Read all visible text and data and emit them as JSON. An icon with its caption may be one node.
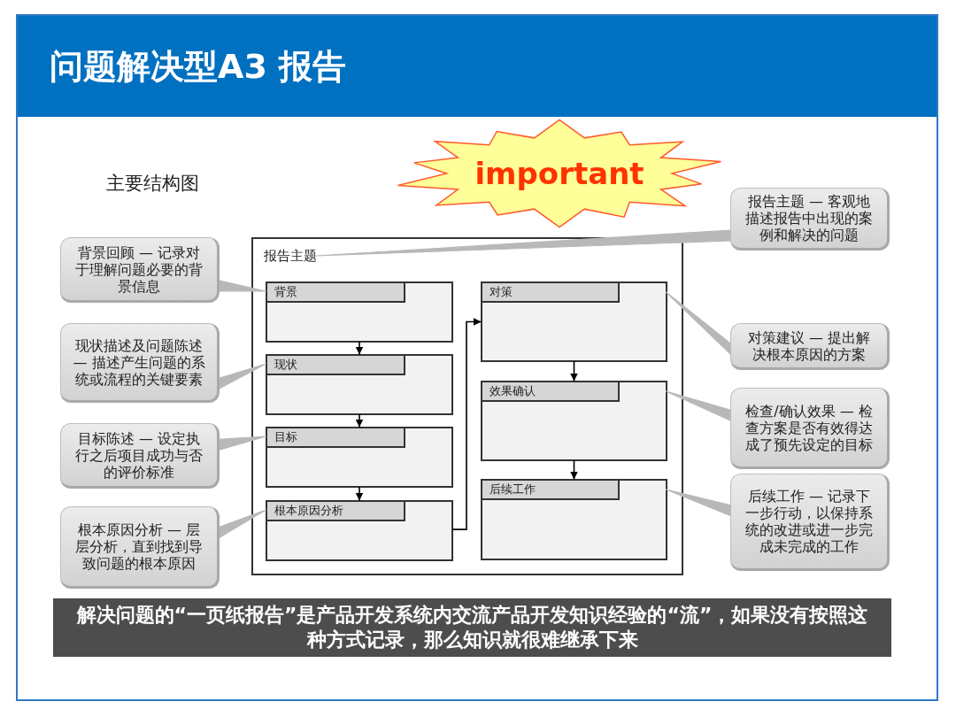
{
  "diagram": {
    "title": "问题解决型A3 报告",
    "caption": "解决问题的“一页纸报告”是产品开发系统内交流产品开发知识经验的“流”，如果没有按照这种方式记录，那么知识就很难继承下来",
    "nodes": [
      {
        "text": [
          "important"
        ]
      },
      {
        "text": [
          "报告主题"
        ]
      },
      {
        "text": [
          "背景"
        ],
        "in": 1
      },
      {
        "text": [
          "现状"
        ],
        "in": 1
      },
      {
        "text": [
          "目标"
        ],
        "in": 1
      },
      {
        "text": [
          "根本原因分析"
        ],
        "in": 1
      },
      {
        "text": [
          "对策"
        ],
        "in": 1
      },
      {
        "text": [
          "效果确认"
        ],
        "in": 1
      },
      {
        "text": [
          "后续工作"
        ],
        "in": 1
      },
      {
        "text": [
          "背景回顾 — 记录对于理解问题必要的背景信息"
        ]
      },
      {
        "text": [
          "现状描述及问题陈述 — 描述产生问题的系统或流程的关键要素"
        ]
      },
      {
        "text": [
          "目标陈述 — 设定执行之后项目成功与否的评价标准"
        ]
      },
      {
        "text": [
          "根本原因分析 — 层层分析，直到找到导致问题的根本原因"
        ]
      },
      {
        "text": [
          "报告主题 — 客观地描述报告中出现的案例和解决的问题"
        ]
      },
      {
        "text": [
          "对策建议 — 提出解决根本原因的方案"
        ]
      },
      {
        "text": [
          "检查/确认效果 — 检查方案是否有效得达成了预先设定的目标"
        ]
      },
      {
        "text": [
          "后续工作 — 记录下一步行动，以保持系统的改进或进一步完成未完成的工作"
        ]
      }
    ],
    "edges": [
      {
        "from": 2,
        "to": 3,
        "arrow": "to",
        "color": "#000000"
      },
      {
        "from": 3,
        "to": 4,
        "arrow": "to",
        "color": "#000000"
      },
      {
        "from": 4,
        "to": 5,
        "arrow": "to",
        "color": "#000000"
      },
      {
        "from": 5,
        "to": 6,
        "arrow": "to",
        "color": "#000000"
      },
      {
        "from": 6,
        "to": 7,
        "arrow": "to",
        "color": "#000000"
      },
      {
        "from": 7,
        "to": 8,
        "arrow": "to",
        "color": "#000000"
      },
      {
        "from": 9,
        "to": 2,
        "arrow": "none"
      },
      {
        "from": 10,
        "to": 3,
        "arrow": "none"
      },
      {
        "from": 11,
        "to": 4,
        "arrow": "none"
      },
      {
        "from": 12,
        "to": 5,
        "arrow": "none"
      },
      {
        "from": 13,
        "to": 1,
        "arrow": "none"
      },
      {
        "from": 14,
        "to": 6,
        "arrow": "none"
      },
      {
        "from": 15,
        "to": 7,
        "arrow": "none"
      },
      {
        "from": 16,
        "to": 8,
        "arrow": "none"
      }
    ],
    "labels": [
      "主要结构图"
    ]
  }
}
